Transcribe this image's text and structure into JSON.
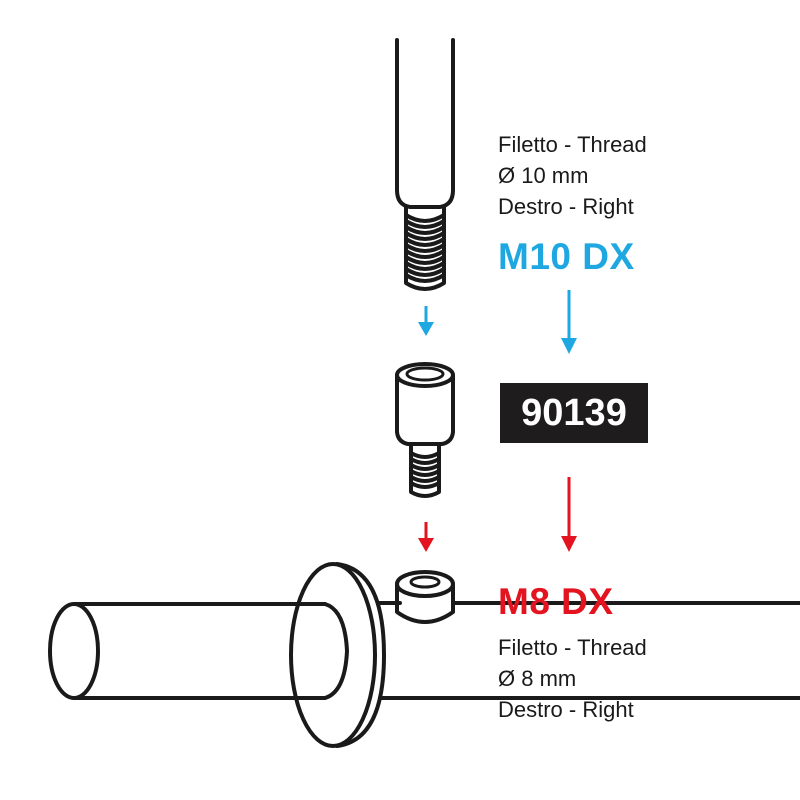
{
  "top_spec": {
    "line1": "Filetto - Thread",
    "line2": "Ø 10 mm",
    "line3": "Destro - Right",
    "code": "M10 DX",
    "color": "#1ea7e1"
  },
  "part_number": {
    "label": "90139",
    "background": "#1e1c1c",
    "text_color": "#ffffff"
  },
  "bottom_spec": {
    "code": "M8 DX",
    "color": "#e3141f",
    "line1": "Filetto - Thread",
    "line2": "Ø 8 mm",
    "line3": "Destro - Right"
  },
  "arrows": {
    "top_color": "#1ea7e1",
    "bottom_color": "#e3141f"
  }
}
